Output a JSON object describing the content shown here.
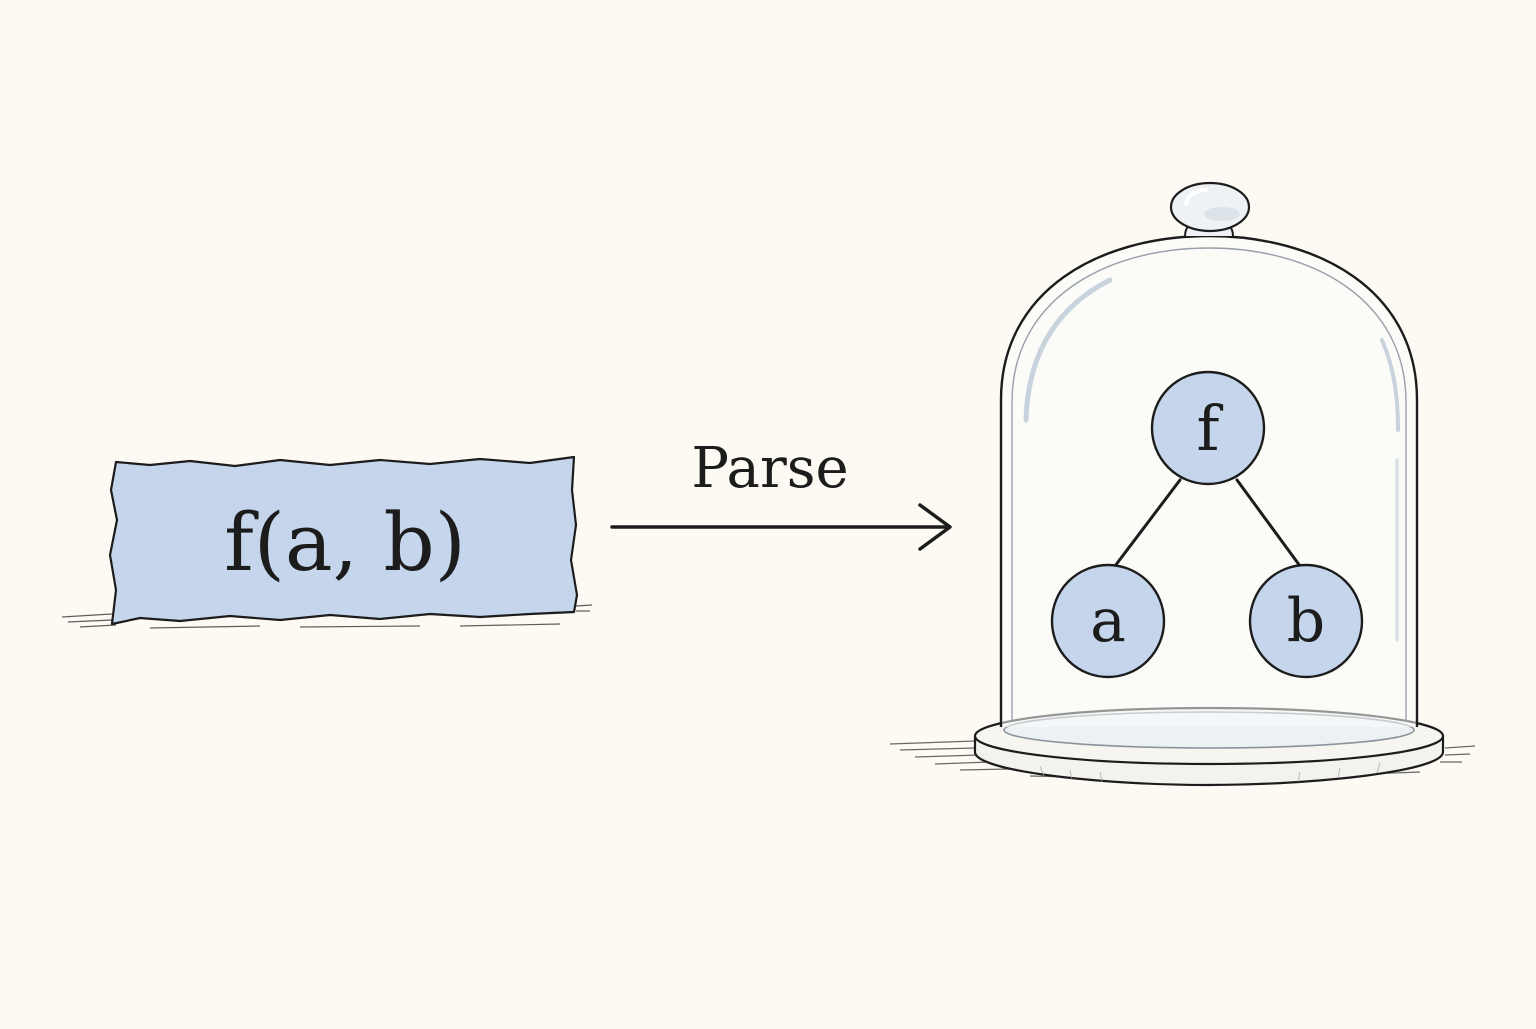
{
  "expression": {
    "text": "f(a, b)"
  },
  "arrow": {
    "label": "Parse"
  },
  "tree": {
    "root": "f",
    "left_child": "a",
    "right_child": "b"
  },
  "colors": {
    "background": "#fcfaf3",
    "paper_fill": "#c5d6ec",
    "node_fill": "#c5d6ec",
    "ink": "#1c1c1c",
    "glass": "#7f8790"
  }
}
